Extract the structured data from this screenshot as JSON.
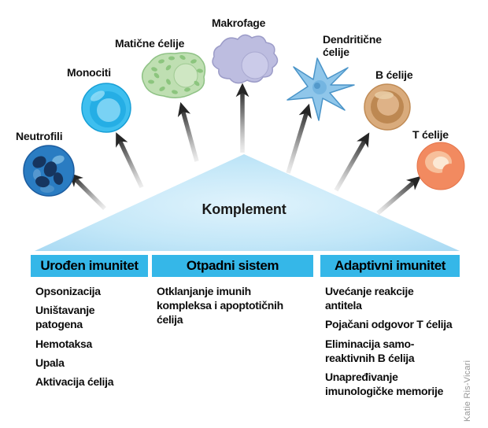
{
  "figure": {
    "center_label": "Komplement",
    "credit": "Katie Ris-Vicari",
    "cells": [
      {
        "id": "neutrofili",
        "label": "Neutrofili"
      },
      {
        "id": "monociti",
        "label": "Monociti"
      },
      {
        "id": "maticne",
        "label": "Matične ćelije"
      },
      {
        "id": "makrofage",
        "label": "Makrofage"
      },
      {
        "id": "dendriticne",
        "label": "Dendritične\nćelije"
      },
      {
        "id": "b-celije",
        "label": "B ćelije"
      },
      {
        "id": "t-celije",
        "label": "T ćelije"
      }
    ],
    "columns": [
      {
        "header": "Urođen imunitet",
        "items": [
          "Opsonizacija",
          "Uništavanje\npatogena",
          "Hemotaksa",
          "Upala",
          "Aktivacija ćelija"
        ]
      },
      {
        "header": "Otpadni sistem",
        "items": [
          "Otklanjanje imunih\nkompleksa i apoptotičnih\nćelija"
        ]
      },
      {
        "header": "Adaptivni imunitet",
        "items": [
          "Uvećanje reakcije\nantitela",
          "Pojačani odgovor T ćelija",
          "Eliminacija samo-\nreaktivnih B ćelija",
          "Unapređivanje\nimunologičke memorije"
        ]
      }
    ],
    "colors": {
      "header_bar": "#35b7e8",
      "triangle_light": "#ddf1fb",
      "triangle_dark": "#a6d8f2",
      "arrow_dark": "#262626",
      "neutrofil_blue": "#2a7cc2",
      "monocit_cyan": "#3ebfef",
      "maticna_green": "#bfdfb2",
      "makrofag_lavender": "#bdbde0",
      "dendrit_blue": "#8fc6ea",
      "b_cell_tan": "#d9ab7c",
      "t_cell_orange": "#f28a60"
    }
  }
}
